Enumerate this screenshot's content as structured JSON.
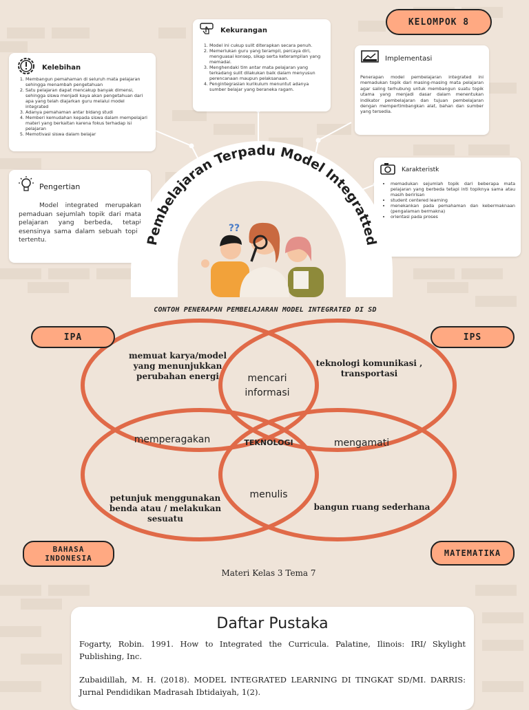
{
  "group_label": "KELOMPOK 8",
  "arc_title": "Pembelajaran Terpadu Model Integratted",
  "kelebihan": {
    "title": "Kelebihan",
    "items": [
      "Membangun pemahaman di seluruh mata pelajaran sehingga menambah pengetahuan",
      "Satu pelajaran dapat mencakup banyak dimensi, sehingga siswa menjadi kaya akan pengetahuan dari apa yang telah diajarkan guru melalui model integrated",
      "Adanya pemahaman antar bidang studi",
      "Memberi kemudahan kepada siswa dalam mempelajari materi yang berkaitan karena fokus terhadap isi pelajaran",
      "Memotivasi siswa dalam belajar"
    ]
  },
  "kekurangan": {
    "title": "Kekurangan",
    "items": [
      "Model ini cukup sulit diterapkan secara penuh.",
      "Memerlukan guru yang terampil, percaya diri, menguasai konsep, sikap serta keterampilan yang memadai.",
      "Menghendaki tim antar mata pelajaran yang terkadang sulit dilakukan baik dalam menyusun perencanaan maupun pelaksanaan.",
      "Pengintegrasian kurikulum menuntut adanya sumber belajar yang beraneka ragam."
    ]
  },
  "implementasi": {
    "title": "Implementasi",
    "text": "Penerapan model pembelajaran integrated ini memadukan topik dari masing-masing mata pelajaran agar saling terhubung untuk membangun suatu topik utama yang menjadi dasar dalam menentukan indikator pembelajaran dan tujuan pembelajaran dengan mempertimbangkan alat, bahan dan sumber yang tersedia."
  },
  "pengertian": {
    "title": "Pengertian",
    "text": "Model integrated merupakan pemaduan sejumlah topik dari mata pelajaran yang berbeda, tetapi esensinya sama dalam sebuah topik tertentu."
  },
  "karakteristik": {
    "title": "Karakteristk",
    "items": [
      "memadukan sejumlah topik dari beberapa mata pelajaran yang berbeda tetapi inti topiknya sama atau masih beririsan",
      "student centered learning",
      "menekankan pada pemahaman dan kebermaknaan (pengalaman bermakna)",
      "orientasi pada proses"
    ]
  },
  "illustration": {
    "question_marks": "??"
  },
  "venn": {
    "heading": "CONTOH PENERAPAN PEMBELAJARAN MODEL  INTEGRATED DI SD",
    "labels": {
      "ipa": "IPA",
      "ips": "IPS",
      "bahasa": "BAHASA INDONESIA",
      "matematika": "MATEMATIKA"
    },
    "regions": {
      "ipa_only": "memuat karya/model yang menunjukkan perubahan energi",
      "ips_only": "teknologi komunikasi , transportasi",
      "ipa_ips": "mencari informasi",
      "ipa_bahasa": "memperagakan",
      "center": "TEKNOLOGI",
      "ips_mat": "mengamati",
      "bahasa_only": "petunjuk menggunakan benda atau / melakukan sesuatu",
      "bahasa_mat": "menulis",
      "mat_only": "bangun ruang sederhana"
    },
    "caption": "Materi Kelas 3 Tema 7",
    "circle_color": "#e06a48",
    "pill_color": "#ffa982"
  },
  "daftar_pustaka": {
    "title": "Daftar Pustaka",
    "refs": [
      "Fogarty, Robin. 1991. How to Integrated the Curricula. Palatine, Ilinois: IRI/ Skylight Publishing, Inc.",
      "Zubaidillah, M. H. (2018). MODEL INTEGRATED LEARNING DI TINGKAT SD/MI. DARRIS: Jurnal Pendidikan Madrasah Ibtidaiyah, 1(2)."
    ]
  }
}
